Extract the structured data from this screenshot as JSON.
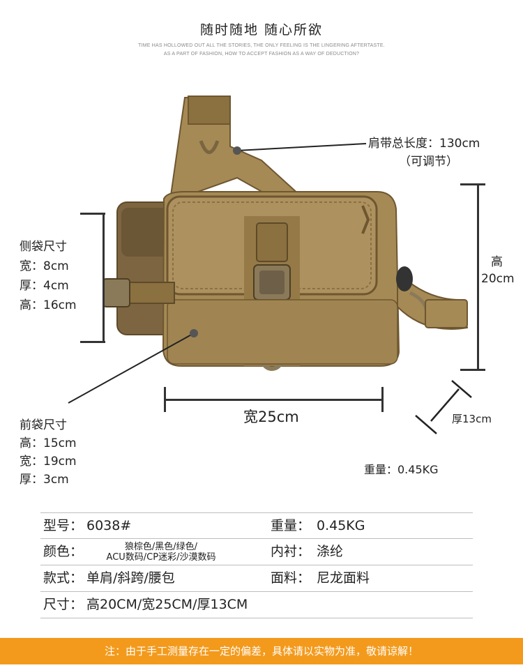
{
  "header": {
    "title": "随时随地 随心所欲",
    "subtitle_line1": "TIME HAS HOLLOWED OUT ALL THE STORIES, THE ONLY FEELING IS THE LINGERING AFTERTASTE.",
    "subtitle_line2": "AS A PART OF FASHION, HOW TO ACCEPT FASHION AS A WAY OF DEDUCTION?"
  },
  "dimensions": {
    "strap_length": "肩带总长度：130cm",
    "strap_adjustable": "（可调节）",
    "side_pocket_title": "侧袋尺寸",
    "side_pocket_width": "宽：8cm",
    "side_pocket_thickness": "厚：4cm",
    "side_pocket_height": "高：16cm",
    "height_label": "高",
    "height_value": "20cm",
    "width_label": "宽25cm",
    "depth_label": "厚13cm",
    "front_pocket_title": "前袋尺寸",
    "front_pocket_height": "高：15cm",
    "front_pocket_width": "宽：19cm",
    "front_pocket_thickness": "厚：3cm",
    "weight": "重量：0.45KG"
  },
  "specs": {
    "model_label": "型号：",
    "model_value": "6038#",
    "weight_label": "重量：",
    "weight_value": "0.45KG",
    "color_label": "颜色：",
    "color_value_line1": "狼棕色/黑色/绿色/",
    "color_value_line2": "ACU数码/CP迷彩/沙漠数码",
    "lining_label": "内衬：",
    "lining_value": "涤纶",
    "style_label": "款式：",
    "style_value": "单肩/斜跨/腰包",
    "fabric_label": "面料：",
    "fabric_value": "尼龙面料",
    "size_label": "尺寸：",
    "size_value": "高20CM/宽25CM/厚13CM"
  },
  "footer": {
    "note": "注：由于手工测量存在一定的偏差，具体请以实物为准，敬请谅解！"
  },
  "colors": {
    "bag_main": "#a58a55",
    "bag_dark": "#8b7040",
    "bag_trim": "#6e5630",
    "accent_bar": "#f39a1c"
  }
}
